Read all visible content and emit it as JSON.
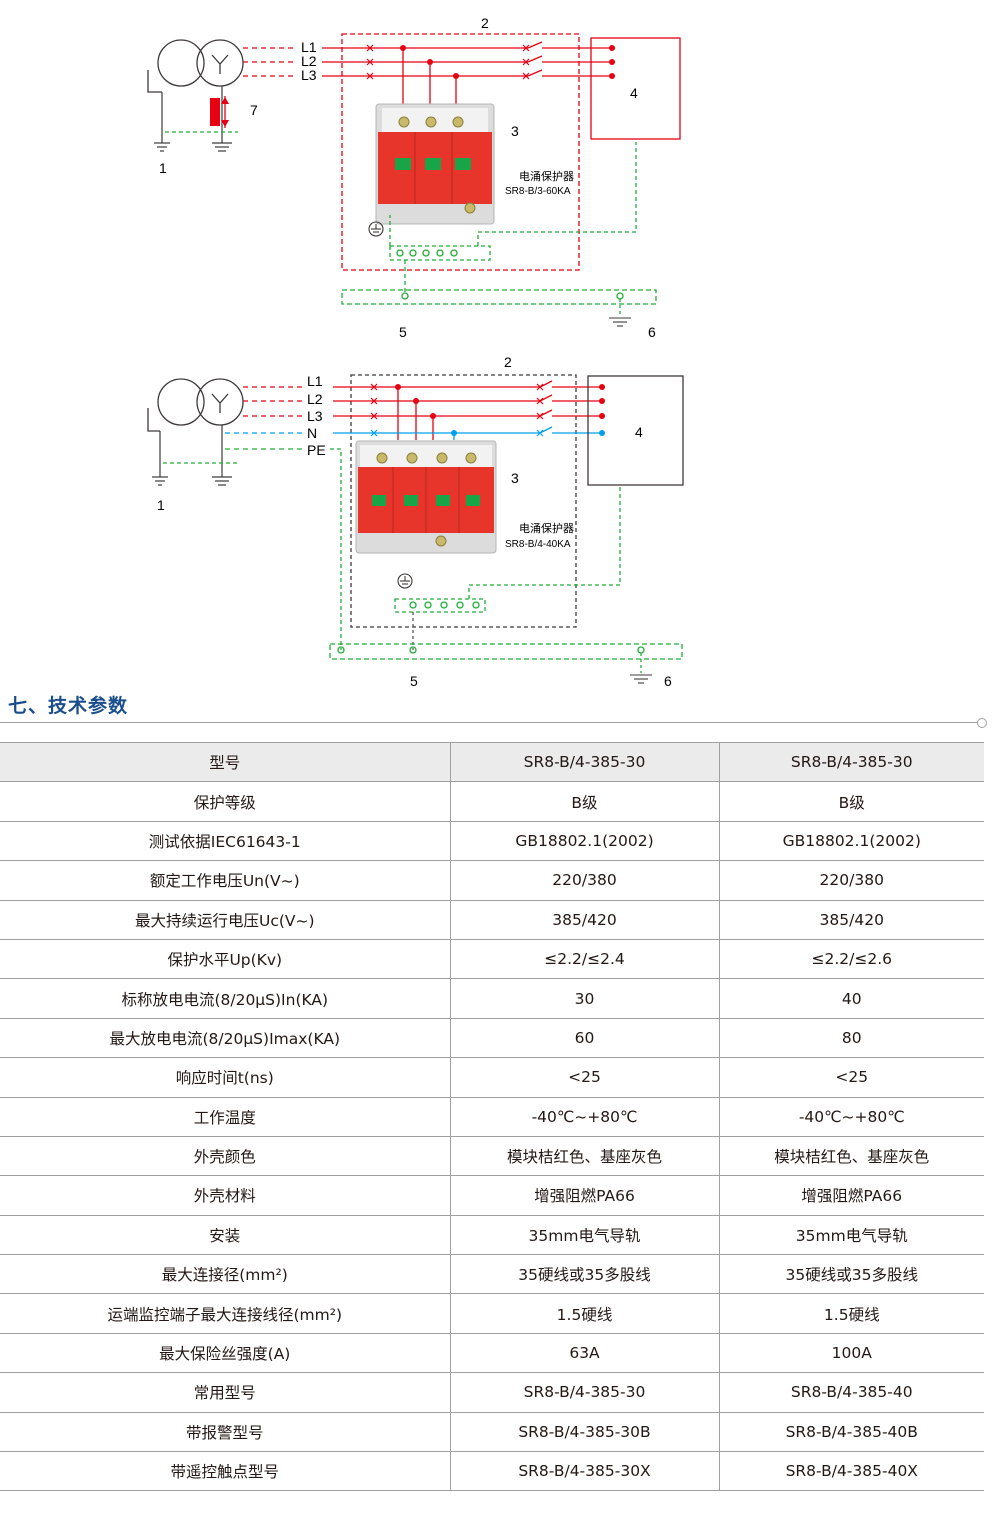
{
  "diagram1": {
    "lines": [
      "L1",
      "L2",
      "L3"
    ],
    "numbers": {
      "n1": "1",
      "n2": "2",
      "n3": "3",
      "n4": "4",
      "n5": "5",
      "n6": "6",
      "n7": "7"
    },
    "device_name": "电涌保护器",
    "device_model": "SR8-B/3-60KA"
  },
  "diagram2": {
    "lines": [
      "L1",
      "L2",
      "L3",
      "N",
      "PE"
    ],
    "numbers": {
      "n1": "1",
      "n2": "2",
      "n3": "3",
      "n4": "4",
      "n5": "5",
      "n6": "6"
    },
    "device_name": "电涌保护器",
    "device_model": "SR8-B/4-40KA"
  },
  "colors": {
    "phase": "#e60012",
    "neutral": "#00a0e9",
    "earth": "#22ac38",
    "frame": "#3e3a39",
    "device_red": "#e8352b",
    "device_grey": "#dcdcdc",
    "title_blue": "#1a4e8c"
  },
  "section": {
    "title": "七、技术参数"
  },
  "table": {
    "header": [
      "型号",
      "SR8-B/4-385-30",
      "SR8-B/4-385-30"
    ],
    "rows": [
      [
        "保护等级",
        "B级",
        "B级"
      ],
      [
        "测试依据IEC61643-1",
        "GB18802.1(2002)",
        "GB18802.1(2002)"
      ],
      [
        "额定工作电压Un(V~)",
        "220/380",
        "220/380"
      ],
      [
        "最大持续运行电压Uc(V~)",
        "385/420",
        "385/420"
      ],
      [
        "保护水平Up(Kv)",
        "≤2.2/≤2.4",
        "≤2.2/≤2.6"
      ],
      [
        "标称放电电流(8/20μS)In(KA)",
        "30",
        "40"
      ],
      [
        "最大放电电流(8/20μS)Imax(KA)",
        "60",
        "80"
      ],
      [
        "响应时间t(ns)",
        "<25",
        "<25"
      ],
      [
        "工作温度",
        "-40℃~+80℃",
        "-40℃~+80℃"
      ],
      [
        "外壳颜色",
        "模块桔红色、基座灰色",
        "模块桔红色、基座灰色"
      ],
      [
        "外壳材料",
        "增强阻燃PA66",
        "增强阻燃PA66"
      ],
      [
        "安装",
        "35mm电气导轨",
        "35mm电气导轨"
      ],
      [
        "最大连接径(mm²)",
        "35硬线或35多股线",
        "35硬线或35多股线"
      ],
      [
        "运端监控端子最大连接线径(mm²)",
        "1.5硬线",
        "1.5硬线"
      ],
      [
        "最大保险丝强度(A)",
        "63A",
        "100A"
      ],
      [
        "常用型号",
        "SR8-B/4-385-30",
        "SR8-B/4-385-40"
      ],
      [
        "带报警型号",
        "SR8-B/4-385-30B",
        "SR8-B/4-385-40B"
      ],
      [
        "带遥控触点型号",
        "SR8-B/4-385-30X",
        "SR8-B/4-385-40X"
      ]
    ]
  }
}
